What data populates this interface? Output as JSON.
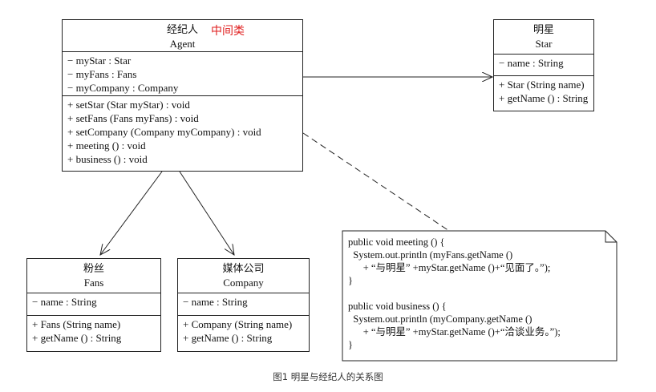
{
  "agent": {
    "cn_name": "经纪人",
    "tag": "中间类",
    "name": "Agent",
    "attributes": [
      "− myStar : Star",
      "− myFans : Fans",
      "− myCompany : Company"
    ],
    "methods": [
      "+ setStar (Star myStar) : void",
      "+ setFans (Fans myFans) : void",
      "+ setCompany (Company myCompany) : void",
      "+ meeting () : void",
      "+ business () : void"
    ]
  },
  "star": {
    "cn_name": "明星",
    "name": "Star",
    "attributes": [
      "− name : String"
    ],
    "methods": [
      "+ Star (String name)",
      "+ getName () : String"
    ]
  },
  "fans": {
    "cn_name": "粉丝",
    "name": "Fans",
    "attributes": [
      "− name : String"
    ],
    "methods": [
      "+ Fans (String name)",
      "+ getName () : String"
    ]
  },
  "company": {
    "cn_name": "媒体公司",
    "name": "Company",
    "attributes": [
      "− name : String"
    ],
    "methods": [
      "+ Company (String name)",
      "+ getName () : String"
    ]
  },
  "note": {
    "lines": [
      "public void meeting () {",
      "  System.out.println (myFans.getName ()",
      "      + “与明星” +myStar.getName ()+“见面了。”);",
      "}",
      "",
      "public void business () {",
      "  System.out.println (myCompany.getName ()",
      "      + “与明星” +myStar.getName ()+“洽谈业务。”);",
      "}"
    ]
  },
  "caption": "图1 明星与经纪人的关系图"
}
